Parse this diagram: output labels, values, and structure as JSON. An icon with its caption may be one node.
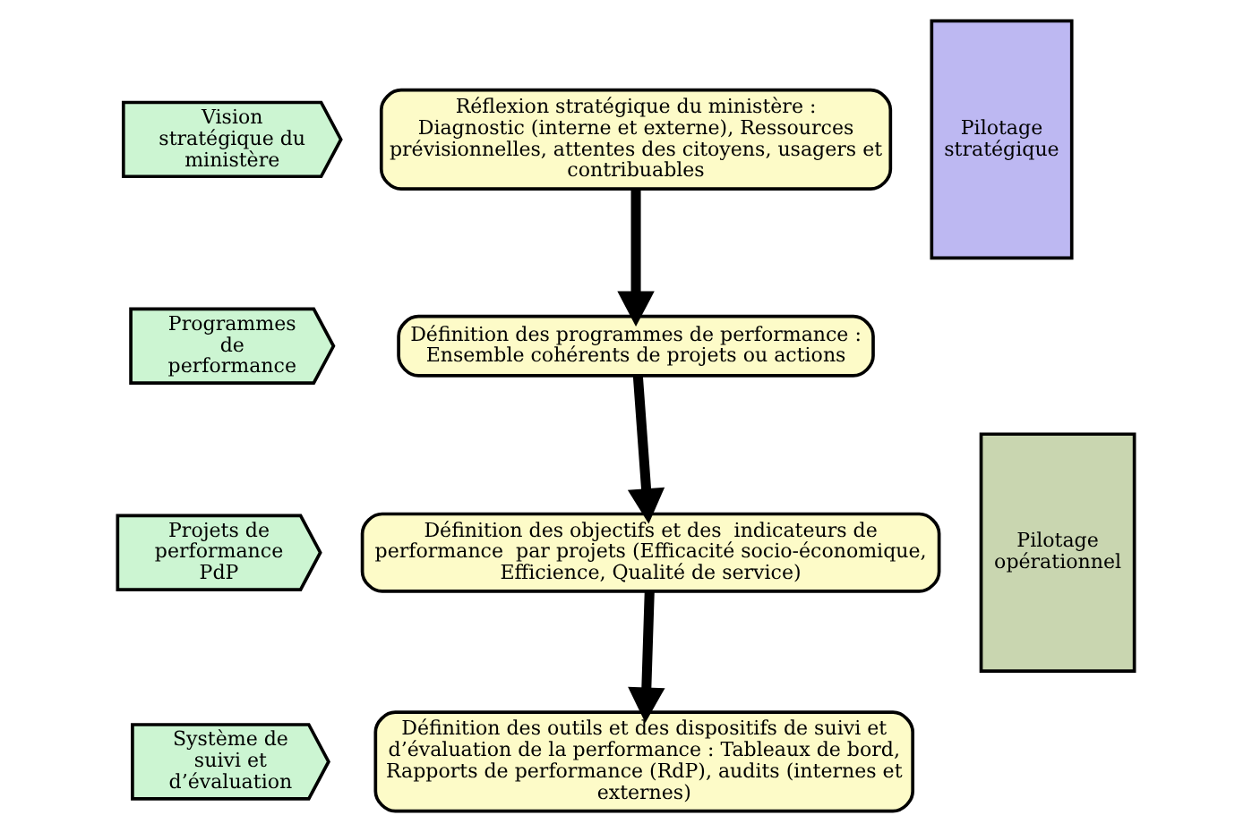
{
  "diagram": {
    "nodes": [
      {
        "text": [
          "Vision stratégique du ministère"
        ]
      },
      {
        "text": [
          "Programmes de performance"
        ]
      },
      {
        "text": [
          "Projets de performance PdP"
        ]
      },
      {
        "text": [
          "Système de suivi et d’évaluation"
        ]
      },
      {
        "text": [
          "Réflexion stratégique du ministère :",
          "Diagnostic (interne et externe), Ressources prévisionnelles, attentes des citoyens, usagers et contribuables"
        ]
      },
      {
        "text": [
          "Définition des programmes de performance :",
          "Ensemble cohérents de projets ou actions"
        ]
      },
      {
        "text": [
          "Définition des objectifs et des  indicateurs de performance  par projets (Efficacité socio-économique, Efficience, Qualité de service)"
        ]
      },
      {
        "text": [
          "Définition des outils et des dispositifs de suivi et d’évaluation de la performance : Tableaux de bord, Rapports de performance (RdP), audits (internes et externes)"
        ]
      },
      {
        "text": [
          "Pilotage stratégique"
        ]
      },
      {
        "text": [
          "Pilotage opérationnel"
        ]
      }
    ],
    "edges": [
      {
        "from": 4,
        "to": 5,
        "arrow": "to"
      },
      {
        "from": 5,
        "to": 6,
        "arrow": "to"
      },
      {
        "from": 6,
        "to": 7,
        "arrow": "to"
      }
    ]
  }
}
